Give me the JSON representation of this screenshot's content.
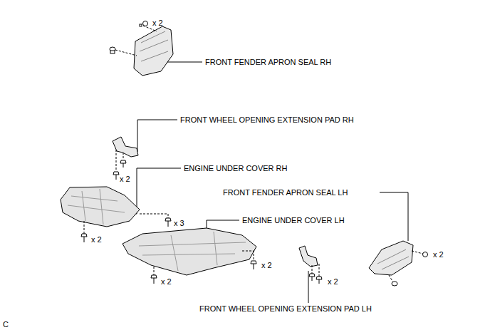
{
  "diagram": {
    "labels": [
      "x 2",
      "FRONT FENDER APRON SEAL RH",
      "FRONT WHEEL OPENING EXTENSION PAD RH",
      "ENGINE UNDER COVER RH",
      "x 2",
      "FRONT FENDER APRON SEAL LH",
      "x 3",
      "ENGINE UNDER COVER LH",
      "x 2",
      "x 2",
      "x 2",
      "x 2",
      "x 2",
      "FRONT WHEEL OPENING EXTENSION PAD LH",
      "C"
    ]
  }
}
